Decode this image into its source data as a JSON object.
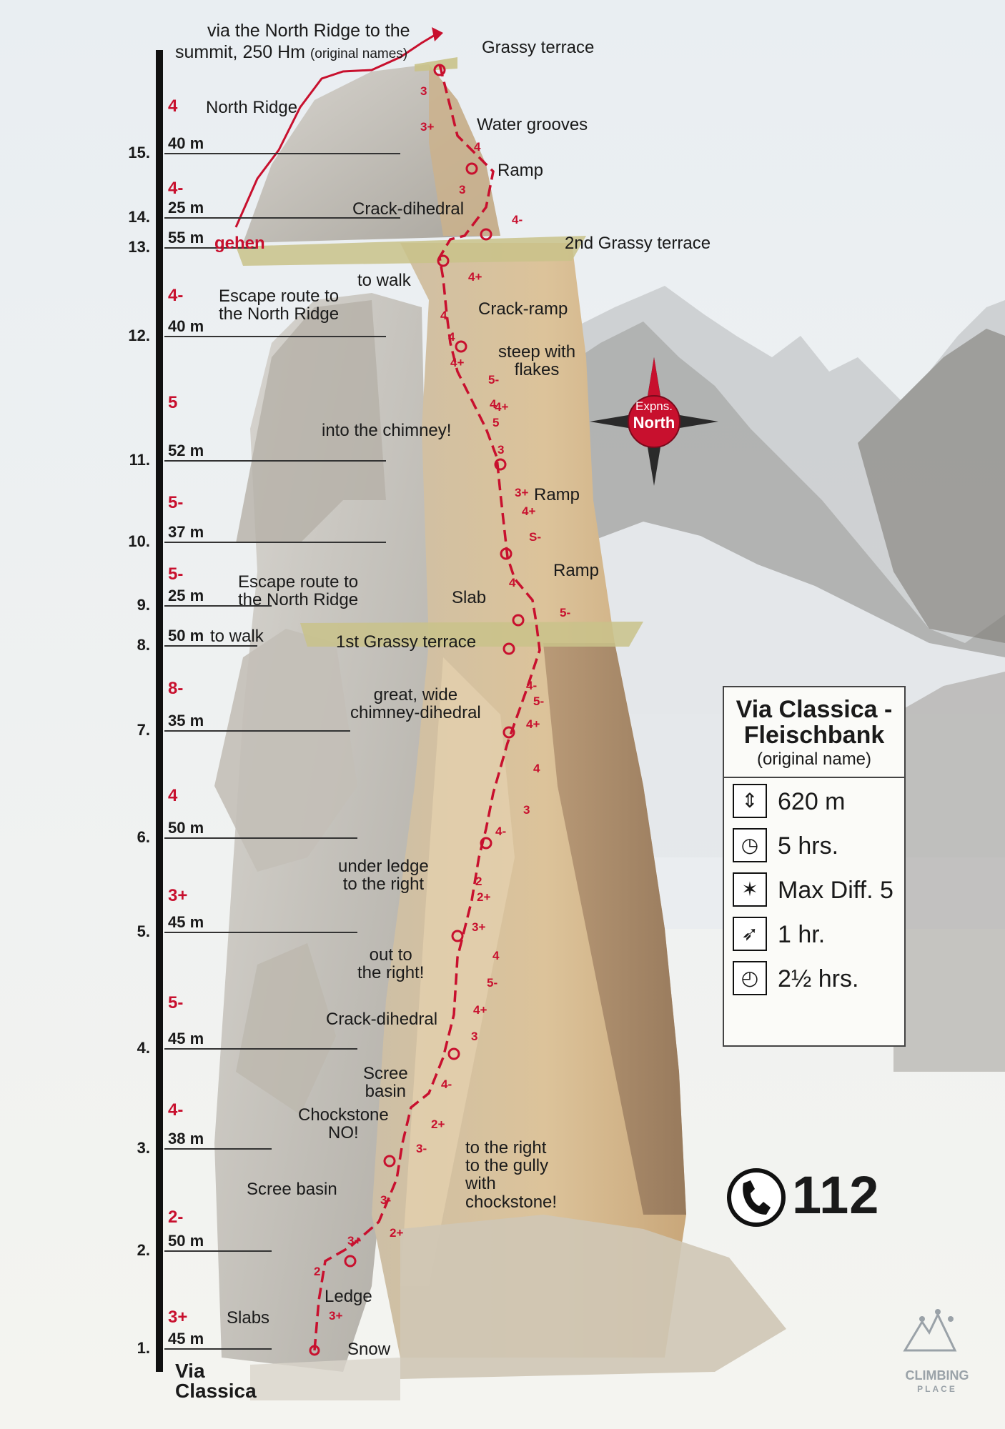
{
  "topo_title": "Via Classica - Fleischbank",
  "topo_subtitle": "(original name)",
  "start_label_1": "Via",
  "start_label_2": "Classica",
  "info": {
    "rows": [
      {
        "icon": "climber-height-icon",
        "value": "620 m"
      },
      {
        "icon": "clock-icon",
        "value": "5 hrs."
      },
      {
        "icon": "climber-difficulty-icon",
        "value": "Max Diff. 5"
      },
      {
        "icon": "approach-hiker-icon",
        "value": "1 hr."
      },
      {
        "icon": "stopwatch-icon",
        "value": "2½ hrs."
      }
    ]
  },
  "emergency": {
    "icon": "phone-icon",
    "number": "112"
  },
  "compass": {
    "line1": "Expns.",
    "line2": "North"
  },
  "logo": {
    "line1": "CLIMBING",
    "line2": "PLACE"
  },
  "pitches": [
    {
      "num": "1.",
      "length": "45 m",
      "grade": "3+"
    },
    {
      "num": "2.",
      "length": "50 m",
      "grade": "2-"
    },
    {
      "num": "3.",
      "length": "38 m",
      "grade": "4-"
    },
    {
      "num": "4.",
      "length": "45 m",
      "grade": "5-"
    },
    {
      "num": "5.",
      "length": "45 m",
      "grade": "3+"
    },
    {
      "num": "6.",
      "length": "50 m",
      "grade": "4"
    },
    {
      "num": "7.",
      "length": "35 m",
      "grade": "8-"
    },
    {
      "num": "8.",
      "length": "50 m",
      "grade": ""
    },
    {
      "num": "9.",
      "length": "25 m",
      "grade": "5-"
    },
    {
      "num": "10.",
      "length": "37 m",
      "grade": "5-"
    },
    {
      "num": "11.",
      "length": "52 m",
      "grade": "5"
    },
    {
      "num": "12.",
      "length": "40 m",
      "grade": "4-"
    },
    {
      "num": "13.",
      "length": "55 m",
      "grade": ""
    },
    {
      "num": "14.",
      "length": "25 m",
      "grade": "4-"
    },
    {
      "num": "15.",
      "length": "40 m",
      "grade": "4"
    }
  ],
  "gehen": "gehen",
  "labels": {
    "summit_note_1": "via the North Ridge to the",
    "summit_note_2": "summit, 250 Hm",
    "summit_note_3": "(original names)",
    "grassy_terrace": "Grassy terrace",
    "north_ridge": "North Ridge",
    "water_grooves": "Water grooves",
    "ramp_top": "Ramp",
    "crack_dihedral_top": "Crack-dihedral",
    "second_grassy": "2nd Grassy terrace",
    "to_walk_top": "to walk",
    "escape_1a": "Escape route to",
    "escape_1b": "the North Ridge",
    "crack_ramp": "Crack-ramp",
    "steep_flakes_a": "steep with",
    "steep_flakes_b": "flakes",
    "into_chimney": "into the chimney!",
    "ramp_mid": "Ramp",
    "ramp_low": "Ramp",
    "escape_2a": "Escape route to",
    "escape_2b": "the North Ridge",
    "slab": "Slab",
    "to_walk_low": "to walk",
    "first_grassy": "1st Grassy terrace",
    "wide_chimney_a": "great, wide",
    "wide_chimney_b": "chimney-dihedral",
    "under_ledge_a": "under ledge",
    "under_ledge_b": "to the right",
    "out_right_a": "out to",
    "out_right_b": "the right!",
    "crack_dihedral_low": "Crack-dihedral",
    "scree_basin_top_a": "Scree",
    "scree_basin_top_b": "basin",
    "chockstone_a": "Chockstone",
    "chockstone_b": "NO!",
    "gully_a": "to the right",
    "gully_b": "to the gully",
    "gully_c": "with",
    "gully_d": "chockstone!",
    "scree_basin": "Scree basin",
    "ledge": "Ledge",
    "slabs": "Slabs",
    "snow": "Snow"
  },
  "route_grades": [
    {
      "g": "3",
      "x": 0
    },
    {
      "g": "3+",
      "x": 0
    },
    {
      "g": "4",
      "x": 0
    },
    {
      "g": "3",
      "x": 0
    },
    {
      "g": "4-",
      "x": 0
    },
    {
      "g": "4+",
      "x": 0
    },
    {
      "g": "4",
      "x": 0
    },
    {
      "g": "4",
      "x": 0
    },
    {
      "g": "4+",
      "x": 0
    },
    {
      "g": "4",
      "x": 0
    },
    {
      "g": "5-",
      "x": 0
    },
    {
      "g": "4+",
      "x": 0
    },
    {
      "g": "5",
      "x": 0
    },
    {
      "g": "3",
      "x": 0
    },
    {
      "g": "3+",
      "x": 0
    },
    {
      "g": "4+",
      "x": 0
    },
    {
      "g": "S-",
      "x": 0
    },
    {
      "g": "4",
      "x": 0
    },
    {
      "g": "5-",
      "x": 0
    },
    {
      "g": "4-",
      "x": 0
    },
    {
      "g": "5-",
      "x": 0
    },
    {
      "g": "4+",
      "x": 0
    },
    {
      "g": "4",
      "x": 0
    },
    {
      "g": "3",
      "x": 0
    },
    {
      "g": "4-",
      "x": 0
    },
    {
      "g": "2",
      "x": 0
    },
    {
      "g": "2+",
      "x": 0
    },
    {
      "g": "3+",
      "x": 0
    },
    {
      "g": "4",
      "x": 0
    },
    {
      "g": "5-",
      "x": 0
    },
    {
      "g": "4+",
      "x": 0
    },
    {
      "g": "3",
      "x": 0
    },
    {
      "g": "4-",
      "x": 0
    },
    {
      "g": "2+",
      "x": 0
    },
    {
      "g": "3-",
      "x": 0
    },
    {
      "g": "3-",
      "x": 0
    },
    {
      "g": "3+",
      "x": 0
    },
    {
      "g": "2+",
      "x": 0
    },
    {
      "g": "2",
      "x": 0
    },
    {
      "g": "3+",
      "x": 0
    }
  ]
}
